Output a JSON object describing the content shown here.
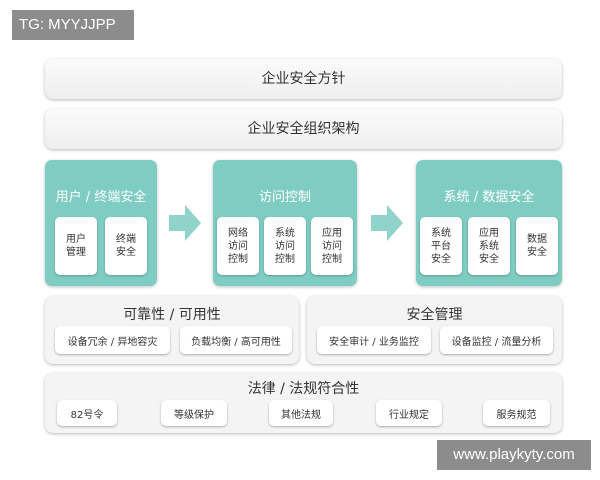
{
  "watermarks": {
    "top_left": "TG: MYYJJPP",
    "bottom_right": "www.playkyty.com"
  },
  "colors": {
    "teal": "#7fccc2",
    "arrow": "#8fd3ca",
    "watermark_bg": "#8c8c8c"
  },
  "policy_bar": "企业安全方针",
  "org_bar": "企业安全组织架构",
  "groups": [
    {
      "title": "用户 / 终端安全",
      "tiles": [
        "用户\n管理",
        "终端\n安全"
      ]
    },
    {
      "title": "访问控制",
      "tiles": [
        "网络\n访问\n控制",
        "系统\n访问\n控制",
        "应用\n访问\n控制"
      ]
    },
    {
      "title": "系统 / 数据安全",
      "tiles": [
        "系统\n平台\n安全",
        "应用\n系统\n安全",
        "数据\n安全"
      ]
    }
  ],
  "reliability": {
    "title": "可靠性 / 可用性",
    "items": [
      "设备冗余 / 异地容灾",
      "负载均衡 / 高可用性"
    ]
  },
  "security_mgmt": {
    "title": "安全管理",
    "items": [
      "安全审计 / 业务监控",
      "设备监控 / 流量分析"
    ]
  },
  "compliance": {
    "title": "法律 / 法规符合性",
    "items": [
      "82号令",
      "等级保护",
      "其他法规",
      "行业规定",
      "服务规范"
    ]
  }
}
